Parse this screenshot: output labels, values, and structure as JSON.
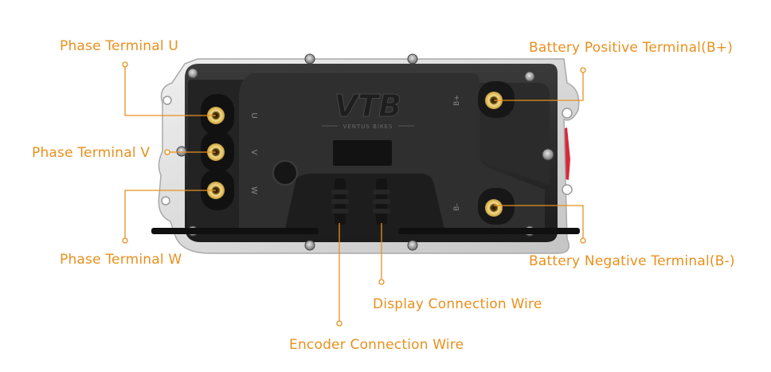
{
  "brand": {
    "logo_text": "VTB",
    "sub_text": "VENTUS BIKES"
  },
  "terminal_marks": {
    "u": "U",
    "v": "V",
    "w": "W",
    "bplus": "B+",
    "bminus": "B-"
  },
  "callouts": {
    "phase_u": "Phase Terminal U",
    "phase_v": "Phase Terminal V",
    "phase_w": "Phase Terminal W",
    "battery_pos": "Battery Positive Terminal(B+)",
    "battery_neg": "Battery Negative Terminal(B-)",
    "display_wire": "Display Connection Wire",
    "encoder_wire": "Encoder Connection Wire"
  },
  "colors": {
    "accent": "#E8901E",
    "body": "#2A2A2A",
    "housing": "#DADADA",
    "terminal_ring": "#F3D27A",
    "red_tab": "#D8283A"
  }
}
